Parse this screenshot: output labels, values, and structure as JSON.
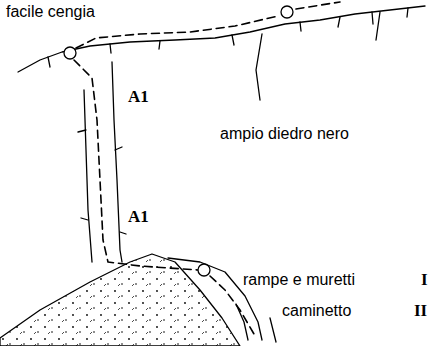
{
  "diagram": {
    "labels": [
      "facile cengia",
      "A1",
      "A1",
      "ampio diedro nero",
      "rampe e muretti",
      "I",
      "caminetto",
      "II"
    ]
  }
}
